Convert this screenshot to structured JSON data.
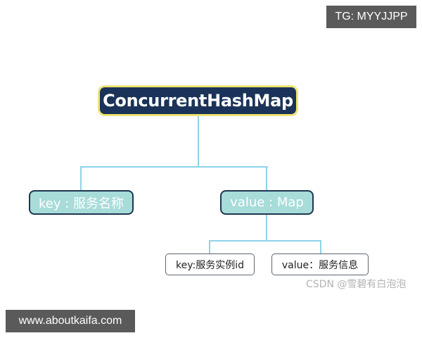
{
  "diagram": {
    "type": "tree",
    "colors": {
      "root_fill": "#1b3358",
      "root_border": "#f2e66a",
      "level1_fill": "#a7dcd9",
      "level1_border": "#1f3550",
      "level2_fill": "#ffffff",
      "level2_border": "#5c6670",
      "connector": "#8fd3e8"
    },
    "root": {
      "label": "ConcurrentHashMap"
    },
    "level1": [
      {
        "label": "key : 服务名称"
      },
      {
        "label": "value : Map"
      }
    ],
    "level2": [
      {
        "label": "key:服务实例id",
        "parent": "value : Map"
      },
      {
        "label": "value：服务信息",
        "parent": "value : Map"
      }
    ],
    "edges": [
      [
        "ConcurrentHashMap",
        "key : 服务名称"
      ],
      [
        "ConcurrentHashMap",
        "value : Map"
      ],
      [
        "value : Map",
        "key:服务实例id"
      ],
      [
        "value : Map",
        "value：服务信息"
      ]
    ]
  },
  "watermarks": {
    "csdn": "CSDN @雪碧有白泡泡",
    "tg_badge": "TG: MYYJJPP",
    "site_badge": "www.aboutkaifa.com"
  }
}
